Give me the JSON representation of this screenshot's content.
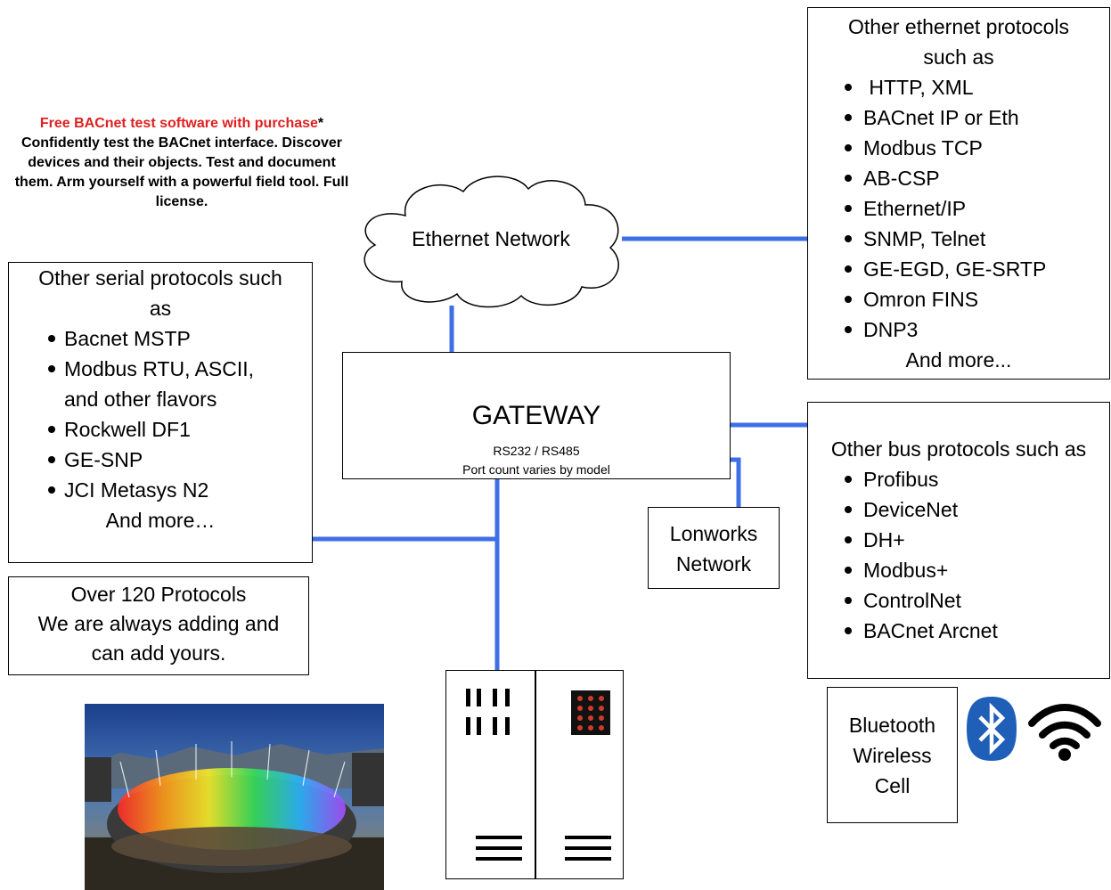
{
  "promo": {
    "highlight": "Free BACnet test software with purchase",
    "asterisk": "*",
    "text": "Confidently test the BACnet interface. Discover devices and their objects. Test and document them. Arm yourself with a powerful field tool. Full license."
  },
  "cloud": {
    "label": "Ethernet Network"
  },
  "gateway": {
    "title": "GATEWAY",
    "ports": "RS232 / RS485",
    "note": "Port count varies by model"
  },
  "serial": {
    "heading1": "Other serial protocols such",
    "heading2": "as",
    "items": [
      "Bacnet MSTP",
      "Modbus RTU, ASCII,",
      "and other flavors",
      "Rockwell DF1",
      "GE-SNP",
      "JCI Metasys N2"
    ],
    "footer": "And more…"
  },
  "ethernet": {
    "heading1": "Other ethernet protocols",
    "heading2": "such as",
    "items": [
      " HTTP, XML",
      "BACnet IP or Eth",
      "Modbus TCP",
      "AB-CSP",
      "Ethernet/IP",
      "SNMP, Telnet",
      "GE-EGD, GE-SRTP",
      "Omron FINS",
      "DNP3"
    ],
    "footer": "And more..."
  },
  "bus": {
    "heading": "Other bus protocols such as",
    "items": [
      "Profibus",
      "DeviceNet",
      "DH+",
      "Modbus+",
      "ControlNet",
      "BACnet Arcnet"
    ]
  },
  "lonworks": {
    "line1": "Lonworks",
    "line2": "Network"
  },
  "protocols": {
    "line1": "Over 120 Protocols",
    "line2": "We are always adding and",
    "line3": "can add yours."
  },
  "wireless": {
    "line1": "Bluetooth",
    "line2": "Wireless",
    "line3": "Cell"
  },
  "icons": {
    "bluetooth": "bluetooth-icon",
    "wifi": "wifi-icon",
    "device": "device-cabinet-icon",
    "stadium": "stadium-photo"
  },
  "colors": {
    "link": "#3f6fe6",
    "promo_red": "#e02020",
    "bluetooth": "#1f5fb8"
  }
}
